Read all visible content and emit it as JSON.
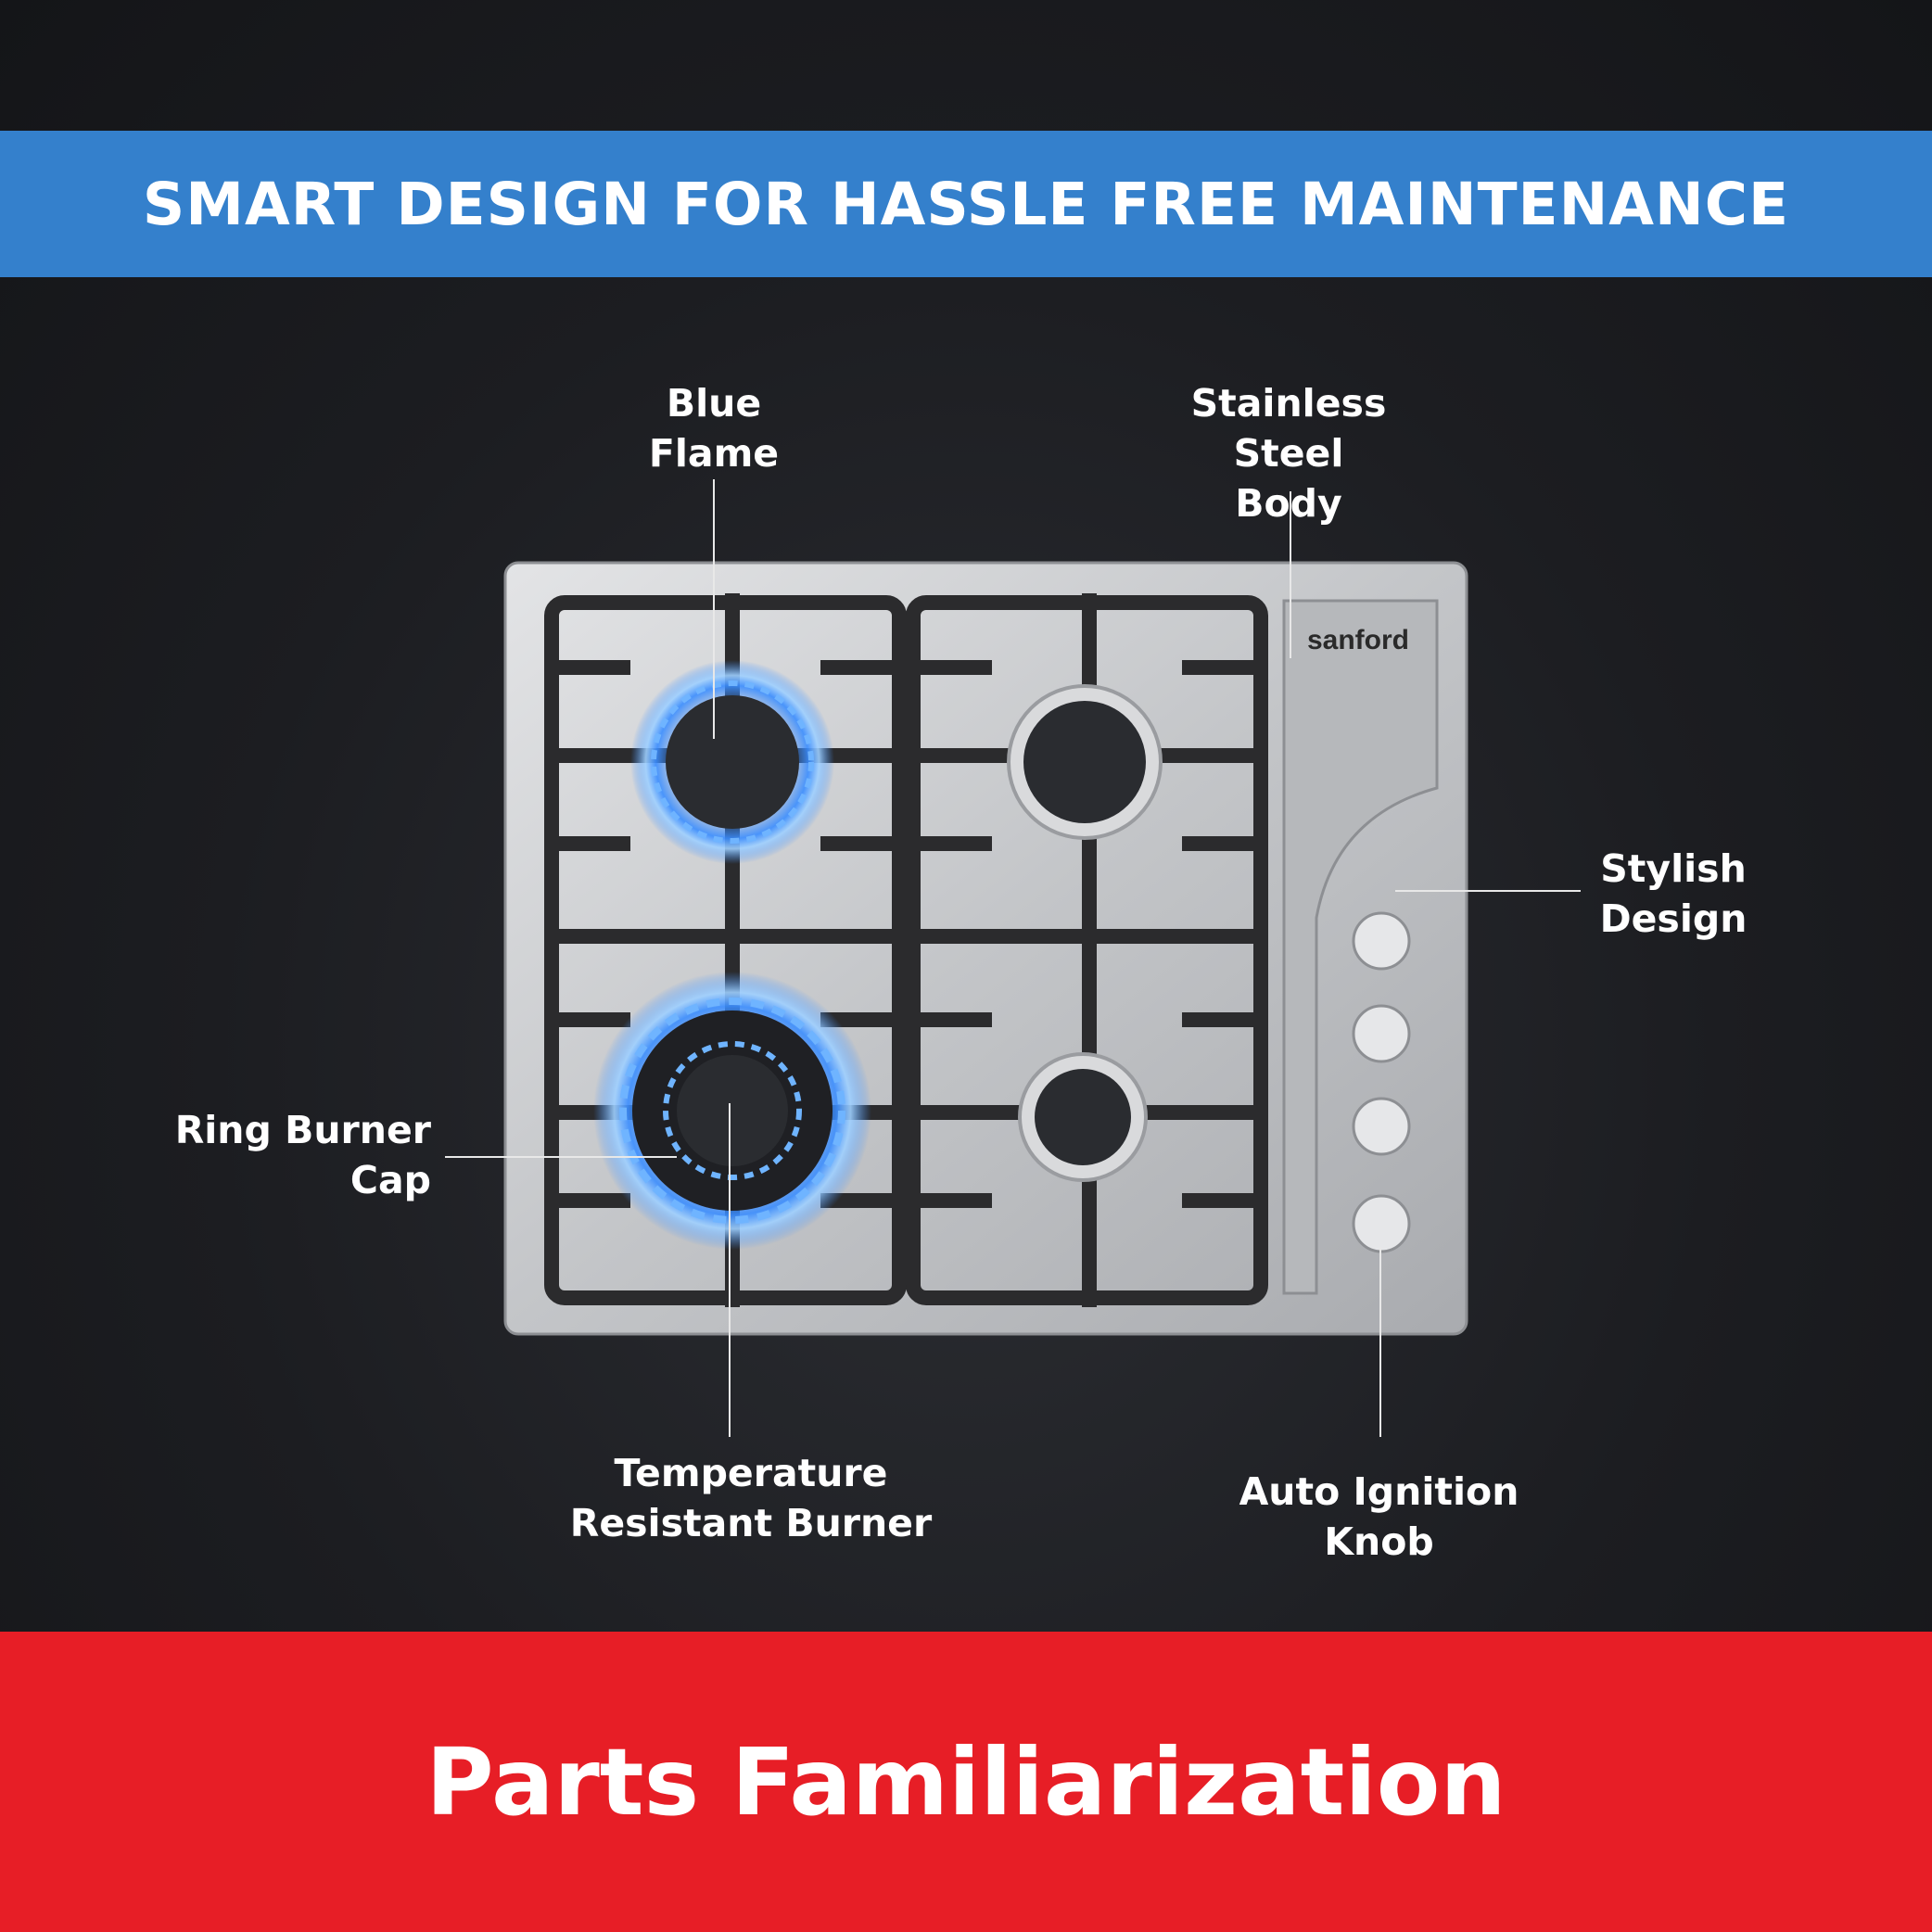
{
  "header": {
    "title": "SMART DESIGN FOR HASSLE FREE MAINTENANCE"
  },
  "footer": {
    "title": "Parts Familiarization"
  },
  "product": {
    "brand": "sanford"
  },
  "callouts": {
    "blue_flame": "Blue Flame",
    "stainless_steel_body": "Stainless Steel\nBody",
    "stylish_design": "Stylish\nDesign",
    "ring_burner_cap": "Ring Burner\nCap",
    "temperature_resistant_burner": "Temperature\nResistant Burner",
    "auto_ignition_knob": "Auto Ignition\nKnob"
  },
  "colors": {
    "header_band": "#3480cc",
    "footer_band": "#e71e26",
    "flame": "#3a8dff",
    "steel": "#c9cacc"
  }
}
